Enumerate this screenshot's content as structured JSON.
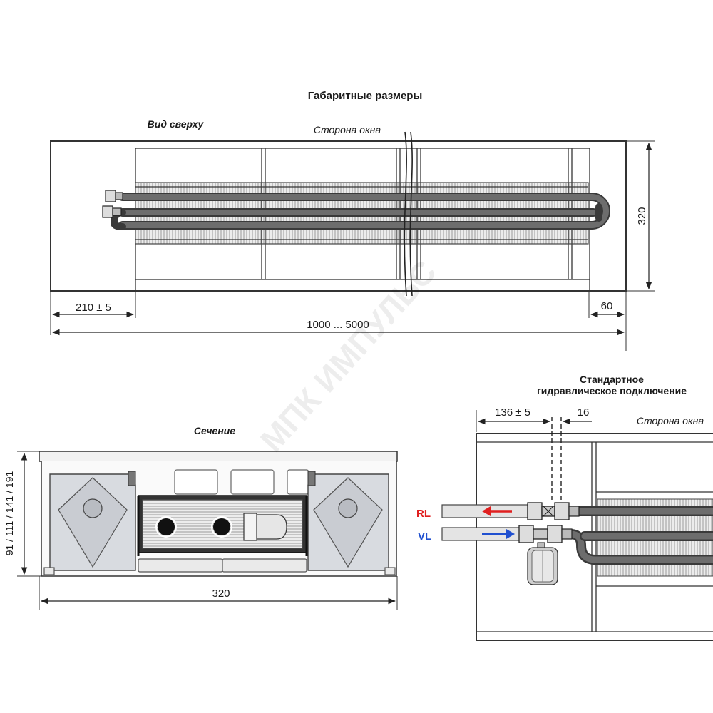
{
  "title": "Габаритные размеры",
  "top_view": {
    "label": "Вид сверху",
    "window_side": "Сторона окна",
    "height_dim": "320",
    "left_offset_dim": "210 ± 5",
    "right_offset_dim": "60",
    "length_dim": "1000 ... 5000"
  },
  "section": {
    "label": "Сечение",
    "height_dim": "91 / 111 / 141 / 191",
    "width_dim": "320"
  },
  "hydraulic": {
    "title_line1": "Стандартное",
    "title_line2": "гидравлическое подключение",
    "window_side": "Сторона окна",
    "offset_dim": "136 ± 5",
    "gap_dim": "16",
    "return_label": "RL",
    "supply_label": "VL"
  },
  "watermark": "МПК ИМПУЛЬС",
  "colors": {
    "return_arrow": "#e02020",
    "supply_arrow": "#2050d0",
    "pipe": "#5a5a5a",
    "panel_fill": "#d8dbe0",
    "frame_stroke": "#333333"
  }
}
